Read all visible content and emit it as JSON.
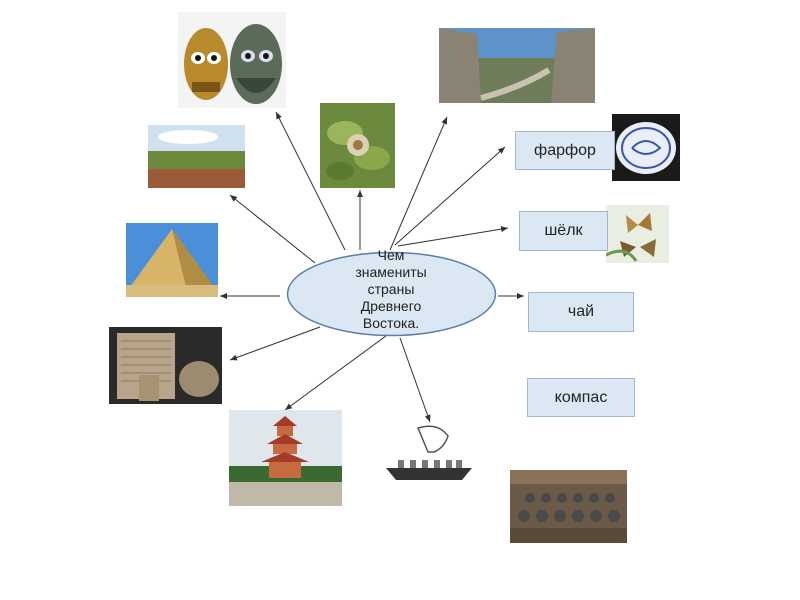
{
  "center": {
    "text": "Чем\nзнамениты\nстраны\nДревнего\nВостока."
  },
  "boxes": {
    "porcelain": "фарфор",
    "silk": "шёлк",
    "tea": "чай",
    "compass": "компас"
  },
  "colors": {
    "box_fill": "#dbe7f3",
    "box_border": "#9fb7d0",
    "ellipse_fill": "#dbe7f3",
    "ellipse_stroke": "#5a7fa8",
    "arrow": "#333333"
  }
}
